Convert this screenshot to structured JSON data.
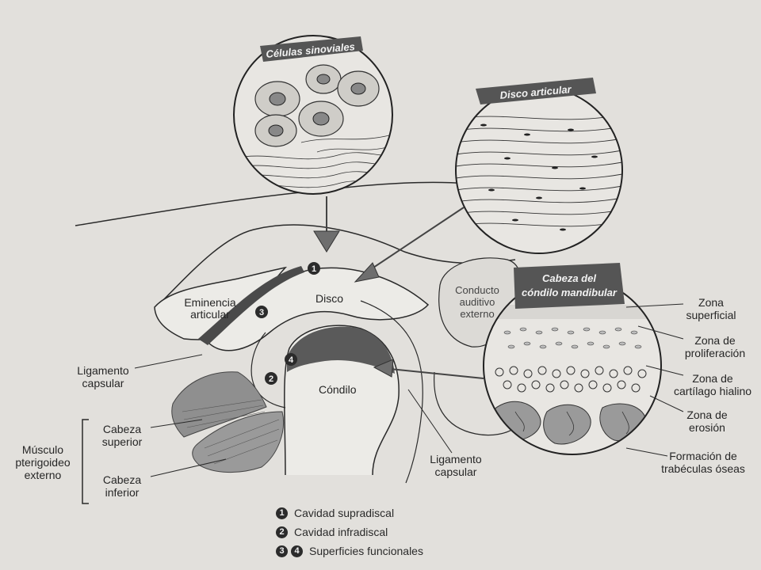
{
  "insets": {
    "synovial_title": "Células sinoviales",
    "disc_title": "Disco articular",
    "condyle_title_line1": "Cabeza del",
    "condyle_title_line2": "cóndilo mandibular"
  },
  "labels": {
    "eminencia": "Eminencia articular",
    "disco": "Disco",
    "condilo": "Cóndilo",
    "conducto": "Conducto auditivo externo",
    "ligamento_left_l1": "Ligamento",
    "ligamento_left_l2": "capsular",
    "ligamento_right_l1": "Ligamento",
    "ligamento_right_l2": "capsular",
    "cabeza_superior_l1": "Cabeza",
    "cabeza_superior_l2": "superior",
    "cabeza_inferior_l1": "Cabeza",
    "cabeza_inferior_l2": "inferior",
    "musculo_l1": "Músculo",
    "musculo_l2": "pterigoideo",
    "musculo_l3": "externo",
    "zona_superficial_l1": "Zona",
    "zona_superficial_l2": "superficial",
    "zona_proliferacion_l1": "Zona de",
    "zona_proliferacion_l2": "proliferación",
    "zona_cartilago_l1": "Zona de",
    "zona_cartilago_l2": "cartílago hialino",
    "zona_erosion_l1": "Zona de",
    "zona_erosion_l2": "erosión",
    "trabeculas_l1": "Formación de",
    "trabeculas_l2": "trabéculas óseas"
  },
  "markers": [
    "1",
    "2",
    "3",
    "4"
  ],
  "legend": {
    "items": [
      {
        "numbers": [
          "1"
        ],
        "text": "Cavidad supradiscal"
      },
      {
        "numbers": [
          "2"
        ],
        "text": "Cavidad infradiscal"
      },
      {
        "numbers": [
          "3",
          "4"
        ],
        "text": "Superficies funcionales"
      }
    ]
  },
  "colors": {
    "background": "#e2e0dc",
    "line": "#2a2a2a",
    "band_fill": "#5a5a5a",
    "arrow_fill": "#6e6e6e",
    "muscle_fill": "#8c8c8c"
  }
}
